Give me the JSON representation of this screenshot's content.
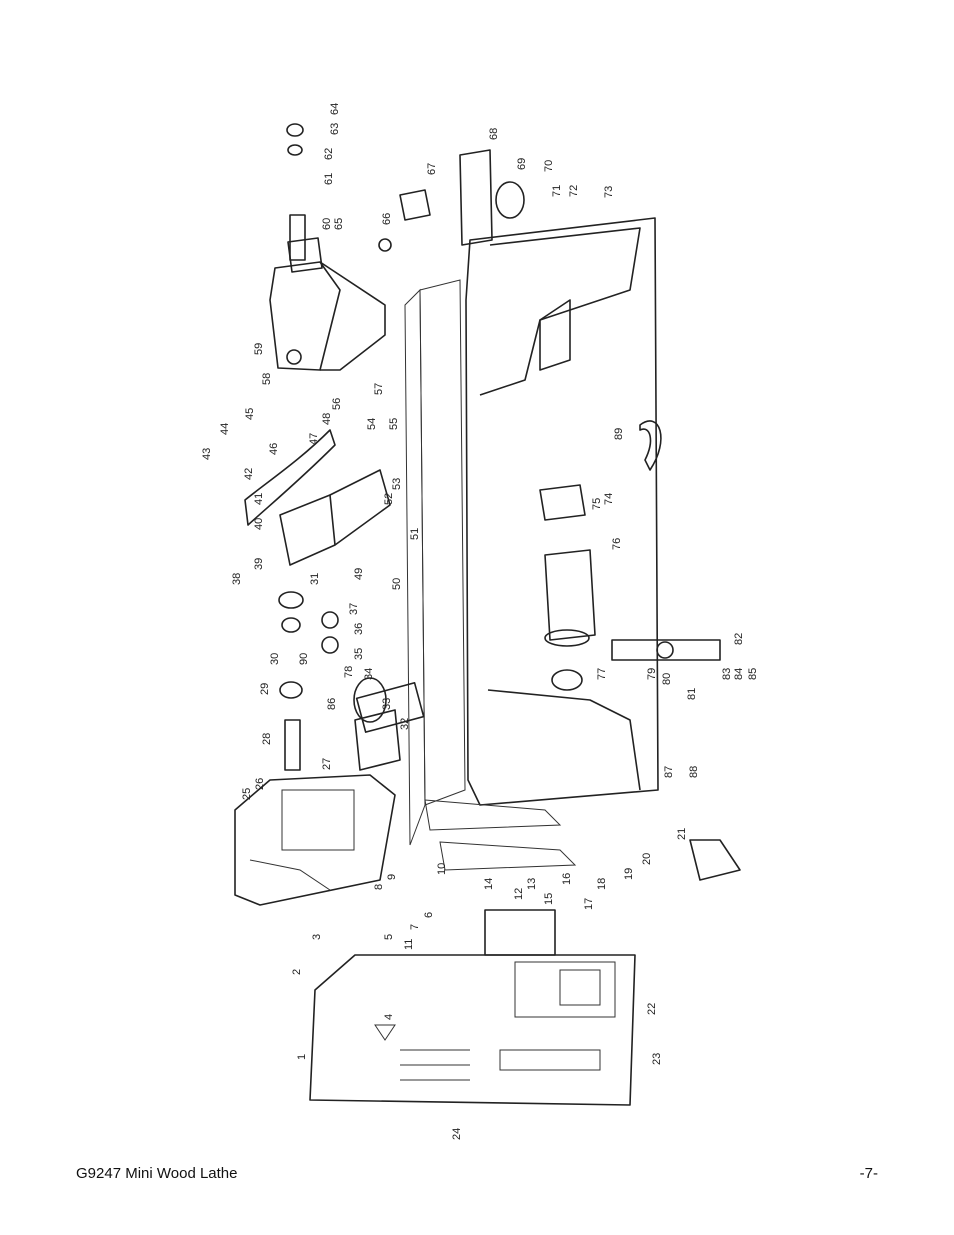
{
  "footer": {
    "title": "G9247 Mini Wood Lathe",
    "page": "-7-"
  },
  "callouts": [
    "1",
    "2",
    "3",
    "4",
    "5",
    "6",
    "7",
    "8",
    "9",
    "10",
    "11",
    "12",
    "13",
    "14",
    "15",
    "16",
    "17",
    "18",
    "19",
    "20",
    "21",
    "22",
    "23",
    "24",
    "25",
    "26",
    "27",
    "28",
    "29",
    "30",
    "31",
    "32",
    "33",
    "34",
    "35",
    "36",
    "37",
    "38",
    "39",
    "40",
    "41",
    "42",
    "43",
    "44",
    "45",
    "46",
    "47",
    "48",
    "49",
    "50",
    "51",
    "52",
    "53",
    "54",
    "55",
    "56",
    "57",
    "58",
    "59",
    "60",
    "61",
    "62",
    "63",
    "64",
    "65",
    "66",
    "67",
    "68",
    "69",
    "70",
    "71",
    "72",
    "73",
    "74",
    "75",
    "76",
    "77",
    "78",
    "79",
    "80",
    "81",
    "82",
    "83",
    "84",
    "85",
    "86",
    "87",
    "88",
    "89",
    "90"
  ]
}
